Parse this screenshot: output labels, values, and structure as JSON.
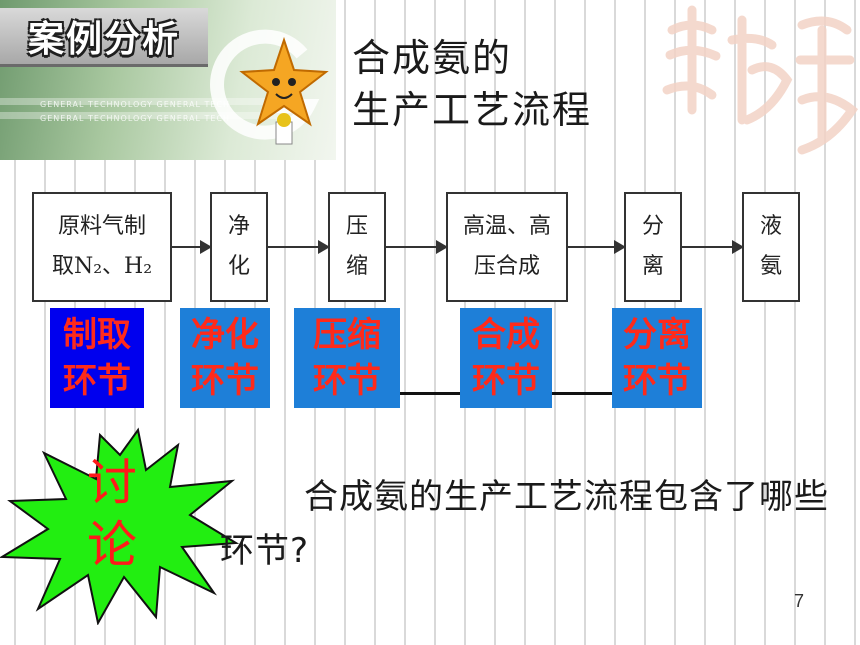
{
  "banner": {
    "title": "案例分析",
    "tech_line_1": "GENERAL TECHNOLOGY GENERAL TECH",
    "tech_line_2": "GENERAL TECHNOLOGY GENERAL TECH"
  },
  "page_title": "合成氨的\n生产工艺流程",
  "flow_steps": [
    {
      "label": "原料气制\n取N₂、H₂"
    },
    {
      "label": "净\n化"
    },
    {
      "label": "压\n缩"
    },
    {
      "label": "高温、高\n压合成"
    },
    {
      "label": "分\n离"
    },
    {
      "label": "液\n氨"
    }
  ],
  "stages": [
    {
      "label": "制取\n环节",
      "bg": "#0000ee"
    },
    {
      "label": "净化\n环节",
      "bg": "#1e7fd8"
    },
    {
      "label": "压缩\n环节",
      "bg": "#1e7fd8"
    },
    {
      "label": "合成\n环节",
      "bg": "#1e7fd8"
    },
    {
      "label": "分离\n环节",
      "bg": "#1e7fd8"
    }
  ],
  "discussion": {
    "label": "讨\n论",
    "star_color": "#22ee11"
  },
  "question": "合成氨的生产工艺流程包含了哪些环节?",
  "page_number": "7"
}
